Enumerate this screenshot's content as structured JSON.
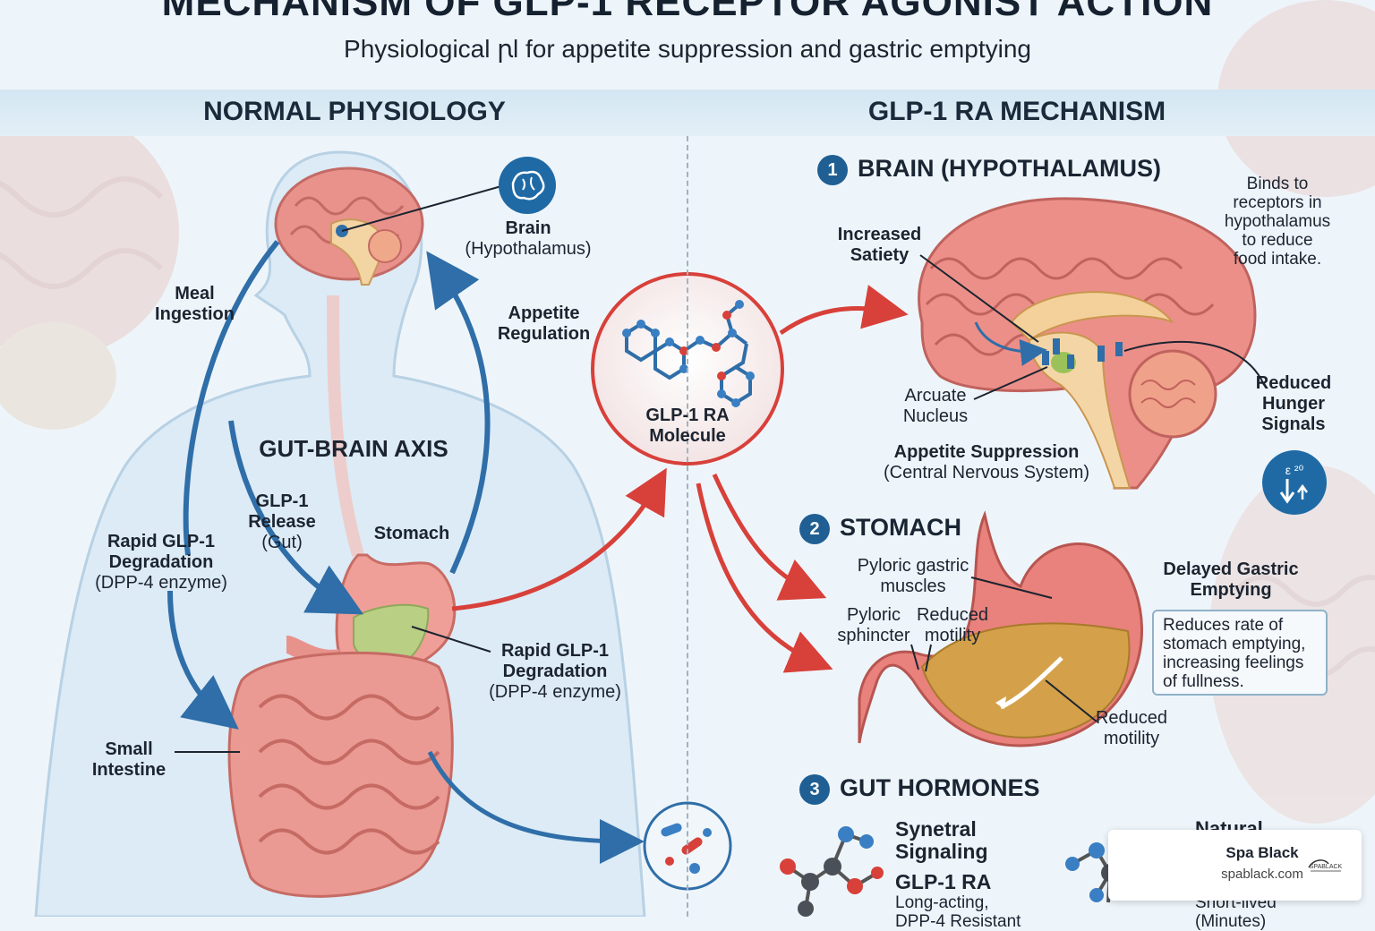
{
  "title": "MECHANISM OF GLP-1 RECEPTOR AGONIST ACTION",
  "subtitle": "Physiological ꞃl for appetite suppression and gastric emptying",
  "left": {
    "heading": "NORMAL PHYSIOLOGY",
    "brain_bold": "Brain",
    "brain_sub": "(Hypothalamus)",
    "meal": [
      "Meal",
      "Ingestion"
    ],
    "appetite": [
      "Appetite",
      "Regulation"
    ],
    "axis": "GUT-BRAIN AXIS",
    "glp1_release": [
      "GLP-1",
      "Release"
    ],
    "glp1_release_sub": "(Gut)",
    "stomach": "Stomach",
    "rapid_left": [
      "Rapid GLP-1",
      "Degradation"
    ],
    "rapid_left_sub": "(DPP-4 enzyme)",
    "rapid_right": [
      "Rapid GLP-1",
      "Degradation"
    ],
    "rapid_right_sub": "(DPP-4 enzyme)",
    "small_intestine": [
      "Small",
      "Intestine"
    ]
  },
  "center": {
    "molecule": [
      "GLP-1 RA",
      "Molecule"
    ]
  },
  "right": {
    "heading": "GLP-1 RA MECHANISM",
    "step1": {
      "num": "1",
      "title": "BRAIN (HYPOTHALAMUS)"
    },
    "binds": [
      "Binds to",
      "receptors in",
      "hypothalamus",
      "to reduce",
      "food intake."
    ],
    "satiety": [
      "Increased",
      "Satiety"
    ],
    "arcuate": [
      "Arcuate",
      "Nucleus"
    ],
    "hunger": [
      "Reduced",
      "Hunger",
      "Signals"
    ],
    "appetite_supp": "Appetite Suppression",
    "appetite_supp_sub": "(Central Nervous System)",
    "step2": {
      "num": "2",
      "title": "STOMACH"
    },
    "pyloric_muscles": [
      "Pyloric gastric",
      "muscles"
    ],
    "pyloric_sphincter": [
      "Pyloric",
      "sphincter"
    ],
    "reduced_motility_a": [
      "Reduced",
      "motility"
    ],
    "reduced_motility_b": [
      "Reduced",
      "motility"
    ],
    "delayed": [
      "Delayed Gastric",
      "Emptying"
    ],
    "callout": "Reduces rate of stomach emptying, increasing feelings of fullness.",
    "step3": {
      "num": "3",
      "title": "GUT HORMONES"
    },
    "synetral": [
      "Synetral",
      "Signaling"
    ],
    "glp1ra": "GLP-1 RA",
    "long_acting": "Long-acting,",
    "long_acting_2": "DPP-4 Resistant",
    "natural": "Natural",
    "short_lived": "Short-lived",
    "short_lived_2": "(Minutes)"
  },
  "badge": {
    "name": "Spa Black",
    "url": "spablack.com",
    "logo_text": "SPABLACK"
  },
  "colors": {
    "accent_blue": "#1f5f93",
    "arrow_red": "#d8403a",
    "arrow_blue": "#2f6ea8",
    "brain_pink": "#e88a86",
    "intestine": "#e89a92"
  },
  "icons": [
    "brain-icon",
    "glp1-molecule-icon",
    "hunger-signal-icon",
    "receptor-icon"
  ]
}
